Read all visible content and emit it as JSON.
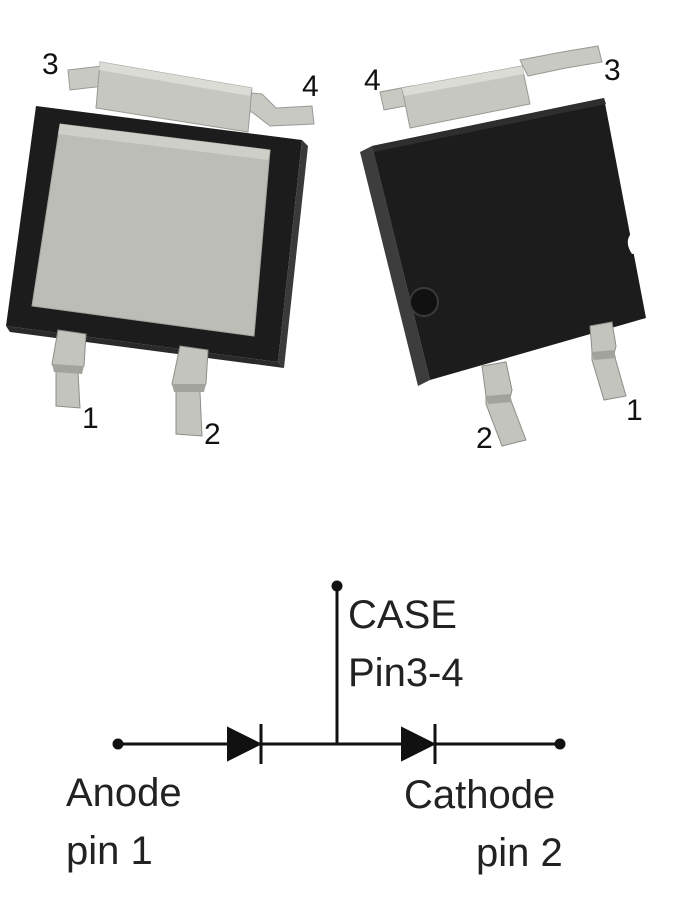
{
  "package_view": {
    "left_pins": [
      "3",
      "4",
      "1",
      "2"
    ],
    "right_pins": [
      "4",
      "3",
      "2",
      "1"
    ]
  },
  "schematic": {
    "case_label": "CASE",
    "case_pins": "Pin3-4",
    "anode_label": "Anode",
    "anode_pin": "pin 1",
    "cathode_label": "Cathode",
    "cathode_pin": "pin 2"
  },
  "colors": {
    "body_dark": "#1c1c1c",
    "metal": "#bdbdb7",
    "metal_light": "#d6d6d0",
    "metal_shadow": "#8e8e88",
    "wire": "#111111"
  }
}
